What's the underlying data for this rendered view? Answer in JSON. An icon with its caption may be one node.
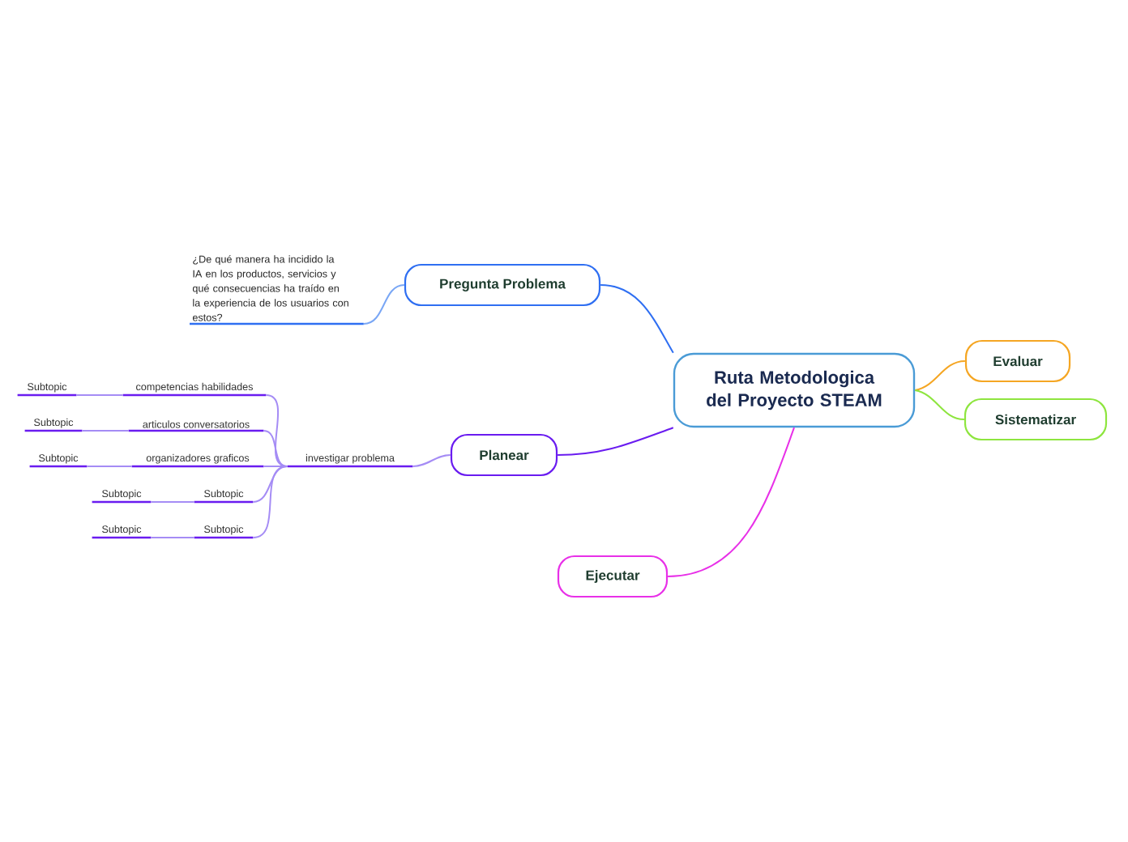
{
  "diagram": {
    "nodes": [
      {
        "text": [
          "Ruta Metodologica del Proyecto STEAM"
        ]
      },
      {
        "text": [
          "Pregunta Problema"
        ]
      },
      {
        "text": [
          "¿De qué manera ha incidido la IA en los productos, servicios y qué consecuencias ha traído en la experiencia de los usuarios con estos?"
        ]
      },
      {
        "text": [
          "Evaluar"
        ]
      },
      {
        "text": [
          "Sistematizar"
        ]
      },
      {
        "text": [
          "Planear"
        ]
      },
      {
        "text": [
          "investigar problema"
        ]
      },
      {
        "text": [
          "competencias habilidades"
        ]
      },
      {
        "text": [
          "Subtopic"
        ]
      },
      {
        "text": [
          "articulos conversatorios"
        ]
      },
      {
        "text": [
          "Subtopic"
        ]
      },
      {
        "text": [
          "organizadores graficos"
        ]
      },
      {
        "text": [
          "Subtopic"
        ]
      },
      {
        "text": [
          "Subtopic"
        ]
      },
      {
        "text": [
          "Subtopic"
        ]
      },
      {
        "text": [
          "Subtopic"
        ]
      },
      {
        "text": [
          "Subtopic"
        ]
      },
      {
        "text": [
          "Ejecutar"
        ]
      }
    ],
    "edges": [
      {
        "from": 0,
        "to": 1,
        "arrow": "none",
        "color": "#2f6ff2"
      },
      {
        "from": 1,
        "to": 2,
        "arrow": "none",
        "color": "#7aa7f5"
      },
      {
        "from": 0,
        "to": 3,
        "arrow": "none",
        "color": "#f5a623"
      },
      {
        "from": 0,
        "to": 4,
        "arrow": "none",
        "color": "#8ee53f"
      },
      {
        "from": 0,
        "to": 5,
        "arrow": "none",
        "color": "#6a1cf0"
      },
      {
        "from": 5,
        "to": 6,
        "arrow": "none",
        "color": "#a58cf5"
      },
      {
        "from": 6,
        "to": 7,
        "arrow": "none",
        "color": "#a58cf5"
      },
      {
        "from": 6,
        "to": 9,
        "arrow": "none",
        "color": "#a58cf5"
      },
      {
        "from": 6,
        "to": 11,
        "arrow": "none",
        "color": "#a58cf5"
      },
      {
        "from": 6,
        "to": 13,
        "arrow": "none",
        "color": "#a58cf5"
      },
      {
        "from": 6,
        "to": 15,
        "arrow": "none",
        "color": "#a58cf5"
      },
      {
        "from": 7,
        "to": 8,
        "arrow": "none",
        "color": "#a58cf5"
      },
      {
        "from": 9,
        "to": 10,
        "arrow": "none",
        "color": "#a58cf5"
      },
      {
        "from": 11,
        "to": 12,
        "arrow": "none",
        "color": "#a58cf5"
      },
      {
        "from": 13,
        "to": 14,
        "arrow": "none",
        "color": "#a58cf5"
      },
      {
        "from": 15,
        "to": 16,
        "arrow": "none",
        "color": "#a58cf5"
      },
      {
        "from": 0,
        "to": 17,
        "arrow": "none",
        "color": "#e830e8"
      }
    ]
  }
}
